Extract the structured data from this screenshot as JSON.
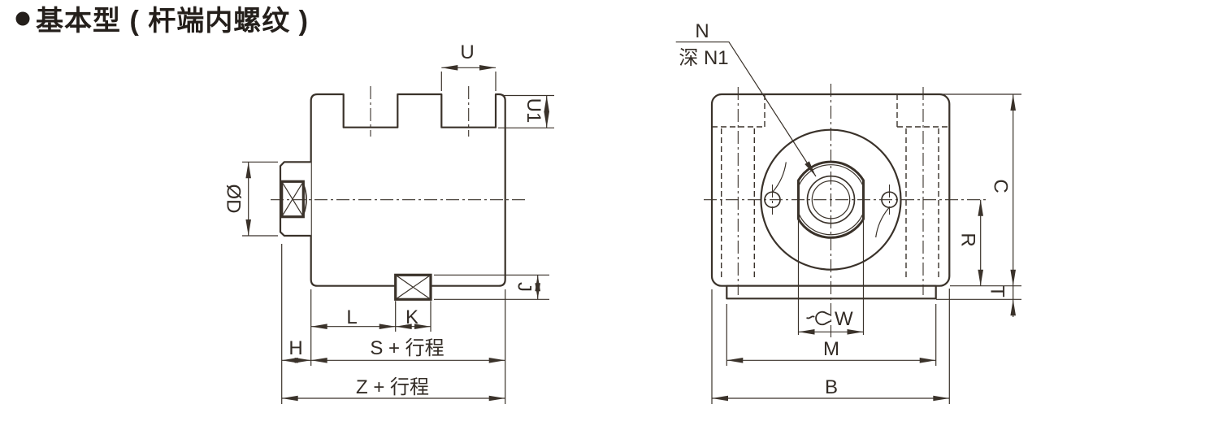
{
  "title": {
    "bullet": "●",
    "text": "基本型 ( 杆端内螺纹 )"
  },
  "side_view": {
    "u": "U",
    "u1": "U1",
    "od": "ØD",
    "j": "J",
    "l": "L",
    "k": "K",
    "h": "H",
    "s_stroke": "S + 行程",
    "z_stroke": "Z + 行程"
  },
  "end_view": {
    "n": "N",
    "n_depth": "深 N1",
    "w": "W",
    "m": "M",
    "b": "B",
    "c": "C",
    "r": "R",
    "t": "T"
  },
  "icons": {
    "wrench": "wrench-icon",
    "bullet": "bullet-icon"
  },
  "colors": {
    "line": "#3a322a",
    "text": "#332c26",
    "title": "#241f1b",
    "background": "#ffffff"
  }
}
